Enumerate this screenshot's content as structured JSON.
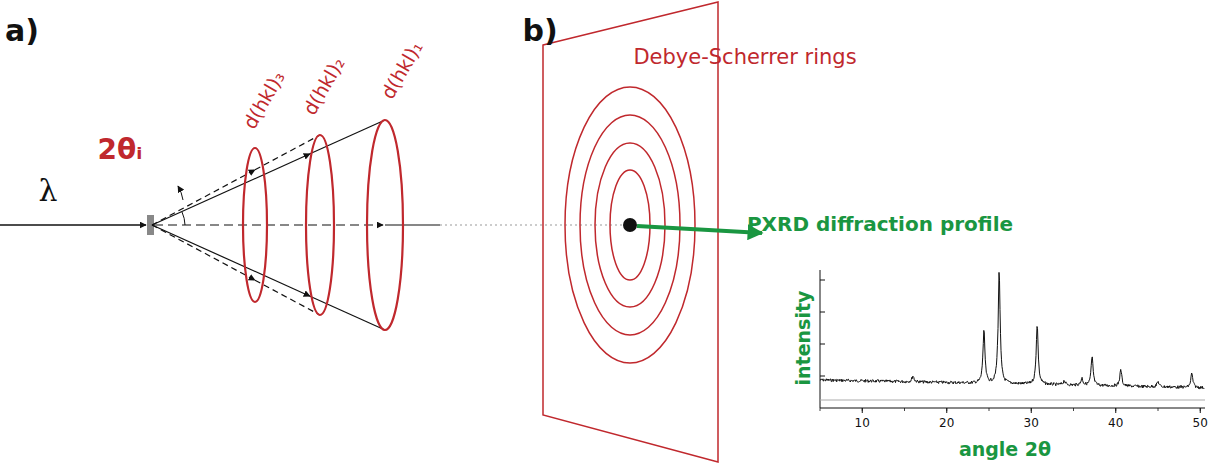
{
  "diagram": {
    "labels": [
      "a)",
      "λ",
      "2θᵢ",
      "d(hkl)₃",
      "d(hkl)₂",
      "d(hkl)₁",
      "b)",
      "Debye-Scherrer rings",
      "PXRD diffraction profile",
      "intensity",
      "10",
      "20",
      "30",
      "40",
      "50",
      "angle 2θ"
    ]
  }
}
